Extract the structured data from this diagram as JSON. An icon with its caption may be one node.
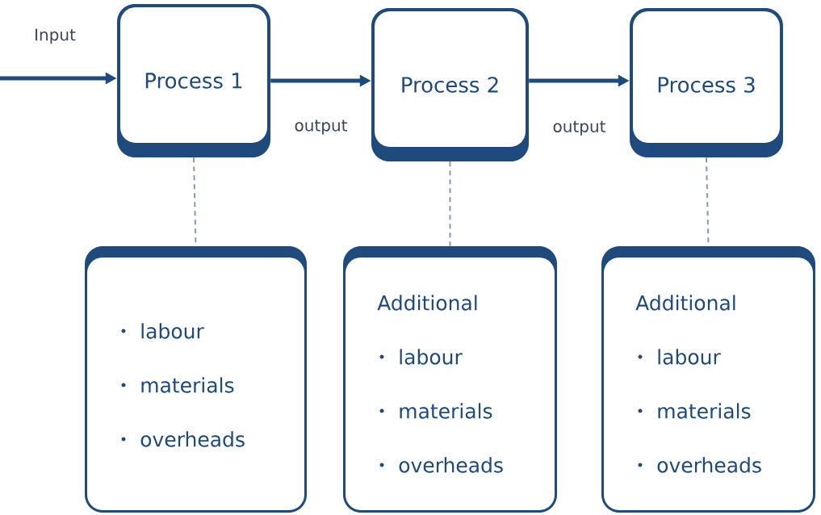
{
  "diagram": {
    "nodes": [
      {
        "text": [
          "Process 1"
        ]
      },
      {
        "text": [
          "Process 2"
        ]
      },
      {
        "text": [
          "Process 3"
        ]
      },
      {
        "text": [
          "labour",
          "materials",
          "overheads"
        ]
      },
      {
        "text": [
          "Additional",
          "labour",
          "materials",
          "overheads"
        ]
      },
      {
        "text": [
          "Additional",
          "labour",
          "materials",
          "overheads"
        ]
      }
    ],
    "edges": [
      {
        "from": null,
        "to": 0,
        "arrow": "to",
        "label": "Input",
        "style": "thick"
      },
      {
        "from": 0,
        "to": 1,
        "arrow": "to",
        "label": "output",
        "style": "thick"
      },
      {
        "from": 1,
        "to": 2,
        "arrow": "to",
        "label": "output",
        "style": "thick"
      },
      {
        "from": 0,
        "to": 3,
        "arrow": "none",
        "style": "dashed",
        "color": "#8a97a8"
      },
      {
        "from": 1,
        "to": 4,
        "arrow": "none",
        "style": "dashed",
        "color": "#8a97a8"
      },
      {
        "from": 2,
        "to": 5,
        "arrow": "none",
        "style": "dashed",
        "color": "#8a97a8"
      }
    ]
  }
}
